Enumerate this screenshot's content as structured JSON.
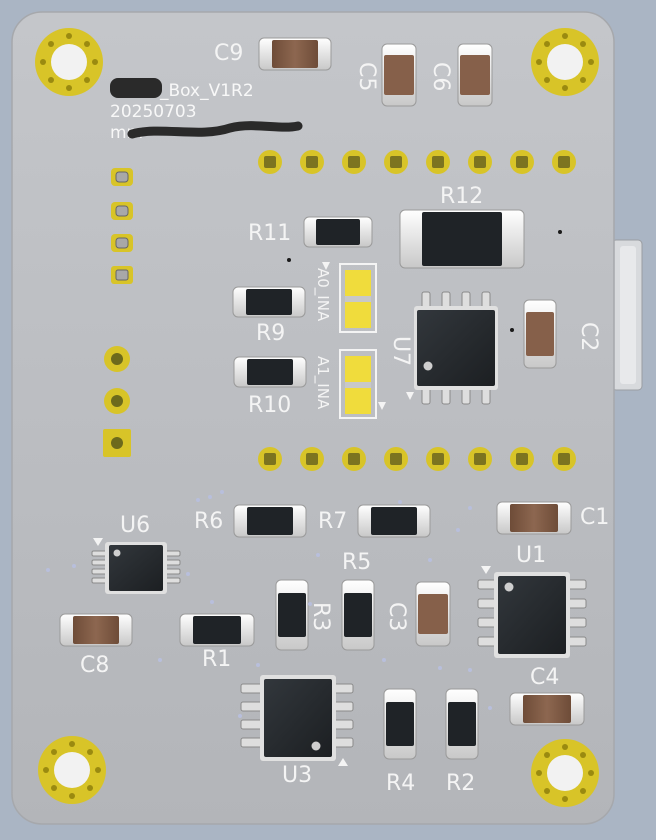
{
  "board": {
    "name_suffix": "_Box_V1R2",
    "date": "20250703",
    "author_prefix": "mm",
    "colors": {
      "background": "#aab5c4",
      "substrate": "#bcbec2",
      "pad_gold": "#d8c428",
      "pad_ring": "#e6d235",
      "silkscreen": "#f4f4f4",
      "ic_body": "#24282c",
      "cap_body": "#86604a",
      "res_body": "#1e2226",
      "jumper": "#f0dc3c"
    }
  },
  "components": {
    "C1": "C1",
    "C2": "C2",
    "C3": "C3",
    "C4": "C4",
    "C5": "C5",
    "C6": "C6",
    "C8": "C8",
    "C9": "C9",
    "R1": "R1",
    "R2": "R2",
    "R3": "R3",
    "R4": "R4",
    "R5": "R5",
    "R6": "R6",
    "R7": "R7",
    "R9": "R9",
    "R10": "R10",
    "R11": "R11",
    "R12": "R12",
    "U1": "U1",
    "U3": "U3",
    "U6": "U6",
    "U7": "U7",
    "A0_INA": "A0_INA",
    "A1_INA": "A1_INA"
  }
}
